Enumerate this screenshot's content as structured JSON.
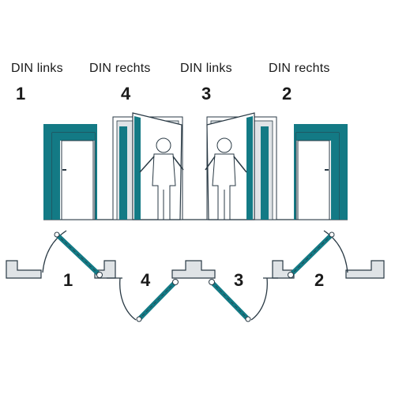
{
  "colors": {
    "teal": "#137a85",
    "frame": "#0f6e78",
    "outline": "#2a3a45",
    "light": "#dfe3e6"
  },
  "doors": [
    {
      "type_label": "DIN links",
      "number": "1",
      "icon": "door-closed-icon"
    },
    {
      "type_label": "DIN rechts",
      "number": "4",
      "icon": "door-open-person-icon"
    },
    {
      "type_label": "DIN links",
      "number": "3",
      "icon": "door-open-person-icon"
    },
    {
      "type_label": "DIN rechts",
      "number": "2",
      "icon": "door-closed-icon"
    }
  ],
  "plan_numbers": [
    "1",
    "4",
    "3",
    "2"
  ]
}
